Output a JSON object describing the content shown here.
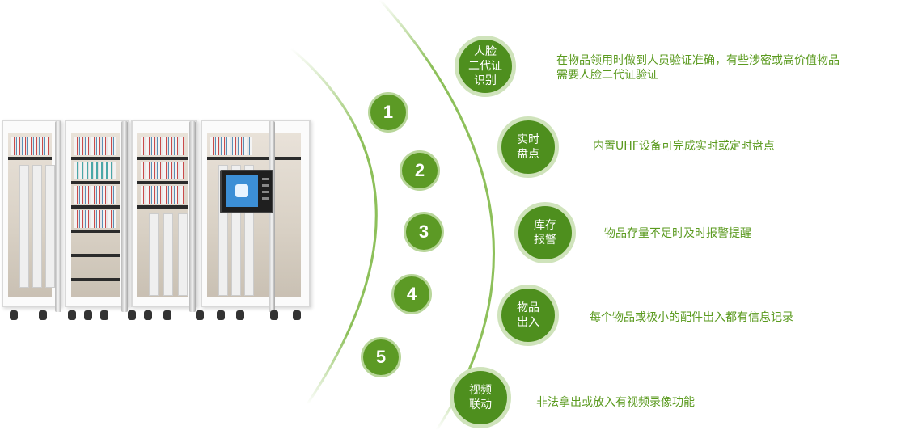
{
  "numbers": [
    "1",
    "2",
    "3",
    "4",
    "5"
  ],
  "features": [
    {
      "title_lines": [
        "人脸",
        "二代证",
        "识别"
      ],
      "desc_lines": [
        "在物品领用时做到人员验证准确，有些涉密或高价值物品",
        "需要人脸二代证验证"
      ]
    },
    {
      "title_lines": [
        "实时",
        "盘点"
      ],
      "desc_lines": [
        "内置UHF设备可完成实时或定时盘点"
      ]
    },
    {
      "title_lines": [
        "库存",
        "报警"
      ],
      "desc_lines": [
        "物品存量不足时及时报警提醒"
      ]
    },
    {
      "title_lines": [
        "物品",
        "出入"
      ],
      "desc_lines": [
        "每个物品或极小的配件出入都有信息记录"
      ]
    },
    {
      "title_lines": [
        "视频",
        "联动"
      ],
      "desc_lines": [
        "非法拿出或放入有视频录像功能"
      ]
    }
  ],
  "colors": {
    "accent": "#5c9a25",
    "feature_fill": "#4e8f1e",
    "ring": "#cfe3bb",
    "text": "#5a9a1e",
    "arc": "#8dc05a"
  }
}
